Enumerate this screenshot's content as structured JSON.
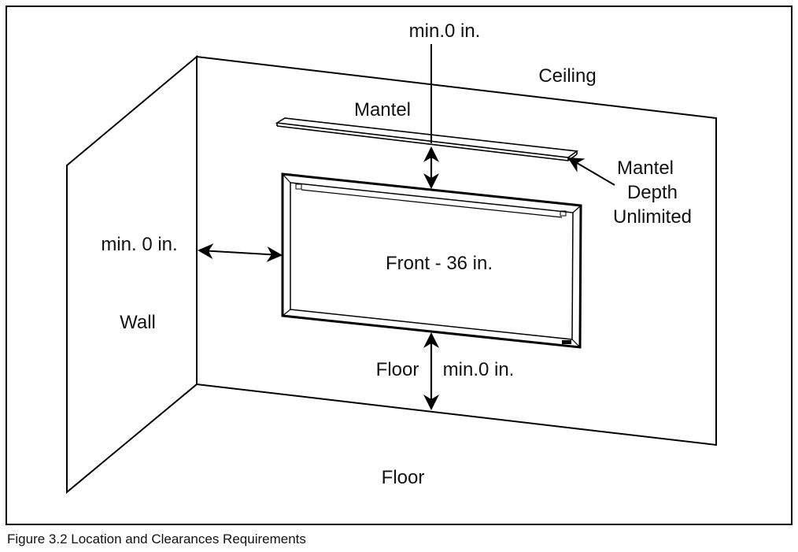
{
  "figure": {
    "caption": "Figure 3.2 Location and Clearances Requirements",
    "line_color": "#000000",
    "background": "#ffffff"
  },
  "labels": {
    "top_clearance": "min.0 in.",
    "ceiling": "Ceiling",
    "mantel": "Mantel",
    "mantel_depth_line1": "Mantel",
    "mantel_depth_line2": "Depth",
    "mantel_depth_line3": "Unlimited",
    "side_clearance": "min. 0 in.",
    "front": "Front - 36 in.",
    "wall": "Wall",
    "floor_clearance_label": "Floor",
    "floor_clearance_value": "min.0 in.",
    "floor": "Floor"
  }
}
